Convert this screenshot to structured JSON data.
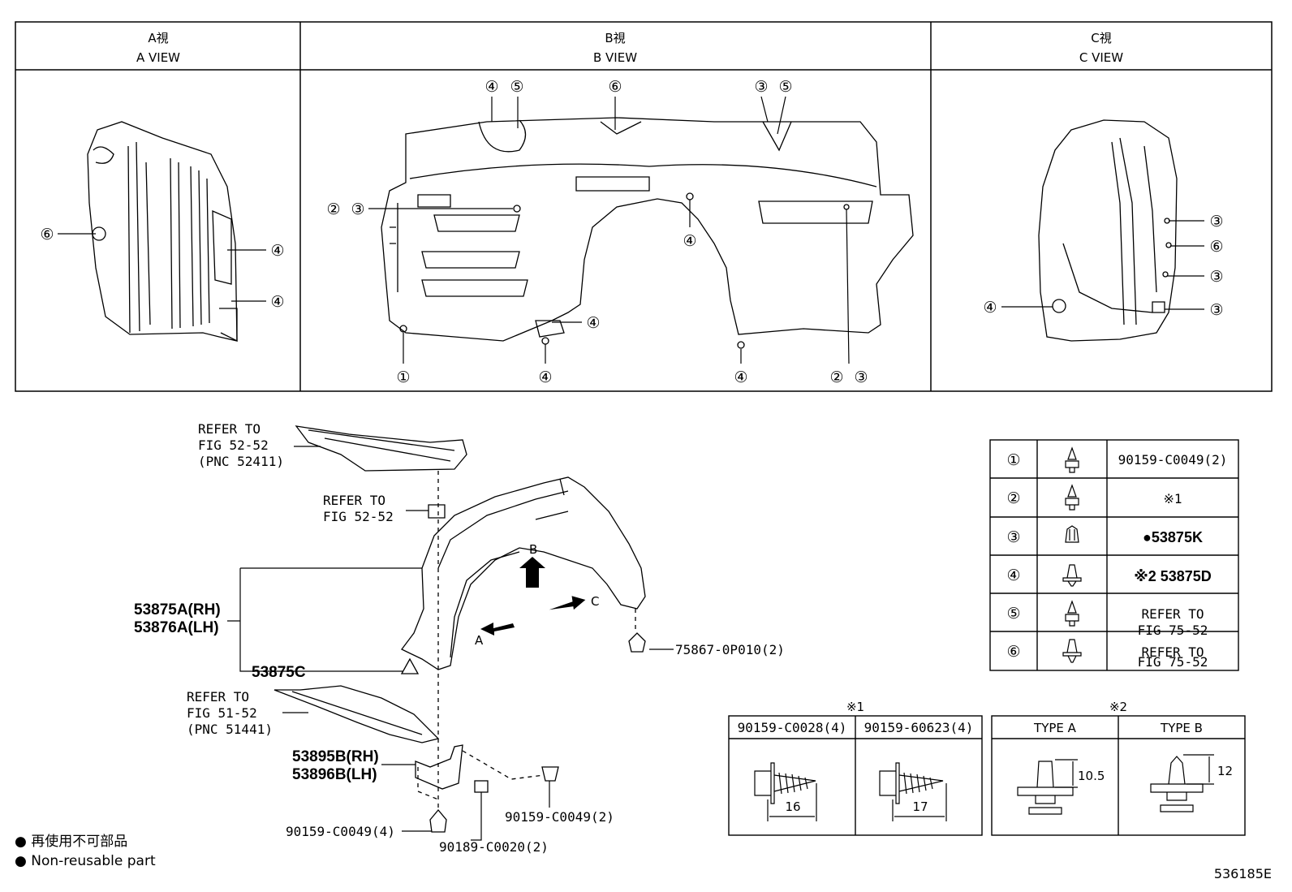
{
  "views": [
    {
      "jp": "A視",
      "en": "A VIEW"
    },
    {
      "jp": "B視",
      "en": "B VIEW"
    },
    {
      "jp": "C視",
      "en": "C VIEW"
    }
  ],
  "circled": [
    "①",
    "②",
    "③",
    "④",
    "⑤",
    "⑥"
  ],
  "parts": {
    "refer_52_52_pnc": {
      "l1": "REFER TO",
      "l2": "FIG 52-52",
      "l3": "(PNC 52411)"
    },
    "refer_52_52": {
      "l1": "REFER TO",
      "l2": "FIG 52-52"
    },
    "liner_rh": "53875A(RH)",
    "liner_lh": "53876A(LH)",
    "clip_c": "53875C",
    "clip_75867": "75867-0P010(2)",
    "refer_51_52_pnc": {
      "l1": "REFER TO",
      "l2": "FIG 51-52",
      "l3": "(PNC 51441)"
    },
    "bracket_rh": "53895B(RH)",
    "bracket_lh": "53896B(LH)",
    "bolt_4": "90159-C0049(4)",
    "nut": "90189-C0020(2)",
    "bolt_2": "90159-C0049(2)",
    "arrow_b": "B",
    "arrow_a": "A",
    "arrow_c": "C"
  },
  "legend_table": [
    {
      "num": "①",
      "part": "90159-C0049(2)"
    },
    {
      "num": "②",
      "part": "※1"
    },
    {
      "num": "③",
      "part": "●53875K"
    },
    {
      "num": "④",
      "part": "※2 53875D"
    },
    {
      "num": "⑤",
      "part_l1": "REFER TO",
      "part_l2": "FIG 75-52"
    },
    {
      "num": "⑥",
      "part_l1": "REFER TO",
      "part_l2": "FIG 75-52"
    }
  ],
  "note1": {
    "mark": "※1",
    "col1": "90159-C0028(4)",
    "col2": "90159-60623(4)",
    "dim1": "16",
    "dim2": "17"
  },
  "note2": {
    "mark": "※2",
    "col1": "TYPE A",
    "col2": "TYPE B",
    "dim1": "10.5",
    "dim2": "12"
  },
  "footer": {
    "jp": "● 再使用不可部品",
    "en": "● Non-reusable part",
    "code": "536185E"
  }
}
